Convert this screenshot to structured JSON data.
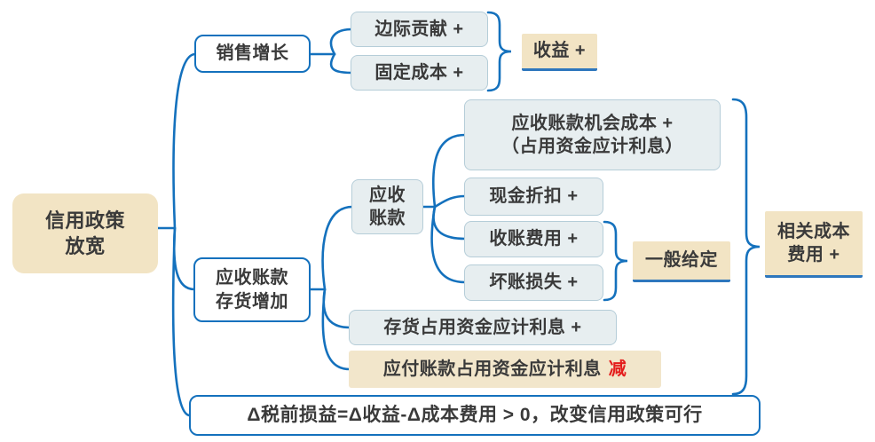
{
  "colors": {
    "line_blue": "#1471bd",
    "underline_blue": "#2e77bd",
    "tan_fill": "#f2e4c4",
    "light_fill": "#e7eef0",
    "light_border": "#b5cdd8",
    "text": "#3a3a3a",
    "red": "#e41c1c"
  },
  "nodes": {
    "root": {
      "line1": "信用政策",
      "line2": "放宽"
    },
    "sales_growth": {
      "label": "销售增长"
    },
    "marginal_contribution": {
      "label": "边际贡献 +"
    },
    "fixed_cost": {
      "label": "固定成本 +"
    },
    "income": {
      "label": "收益 +"
    },
    "ar_inventory_increase": {
      "line1": "应收账款",
      "line2": "存货增加"
    },
    "accounts_receivable": {
      "line1": "应收",
      "line2": "账款"
    },
    "opportunity_cost": {
      "line1": "应收账款机会成本 +",
      "line2": "（占用资金应计利息）"
    },
    "cash_discount": {
      "label": "现金折扣 +"
    },
    "collection_expense": {
      "label": "收账费用 +"
    },
    "bad_debt_loss": {
      "label": "坏账损失 +"
    },
    "generally_given": {
      "label": "一般给定"
    },
    "inventory_interest": {
      "label": "存货占用资金应计利息 +"
    },
    "accounts_payable_interest": {
      "label": "应付账款占用资金应计利息",
      "suffix": "减"
    },
    "conclusion": {
      "label": "Δ税前损益=Δ收益-Δ成本费用 > 0，改变信用政策可行"
    },
    "related_cost": {
      "line1": "相关成本",
      "line2": "费用 +"
    }
  }
}
